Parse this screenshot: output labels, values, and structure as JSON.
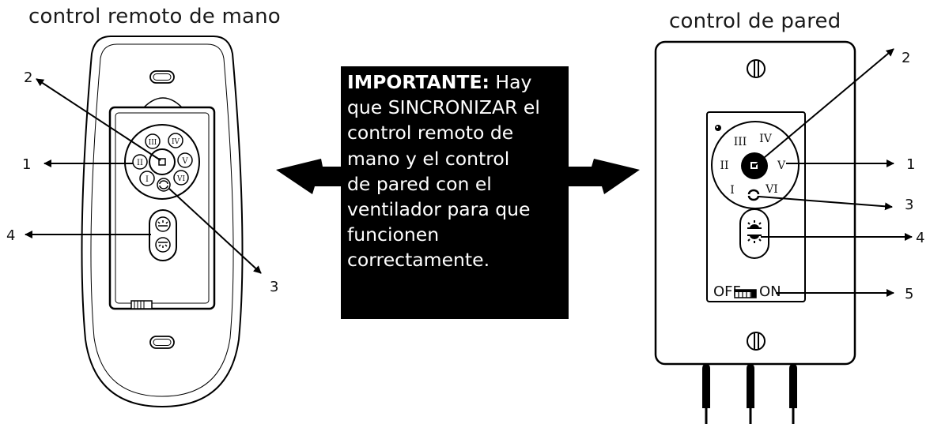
{
  "titles": {
    "handheld": "control remoto de mano",
    "wall": "control de pared"
  },
  "notice": {
    "lead": "IMPORTANTE:",
    "lines": [
      "Hay",
      "que SINCRONIZAR el",
      "control remoto de",
      "mano y el control",
      "de pared con el",
      "ventilador para que",
      "funcionen",
      "correctamente."
    ]
  },
  "handheld": {
    "callouts": [
      "1",
      "2",
      "3",
      "4"
    ],
    "speed_numerals": [
      "I",
      "II",
      "III",
      "IV",
      "V",
      "VI"
    ]
  },
  "wall": {
    "callouts": [
      "1",
      "2",
      "3",
      "4",
      "5"
    ],
    "speed_numerals": [
      "I",
      "II",
      "III",
      "IV",
      "V",
      "VI"
    ],
    "switch_off": "OFF",
    "switch_on": "ON"
  }
}
